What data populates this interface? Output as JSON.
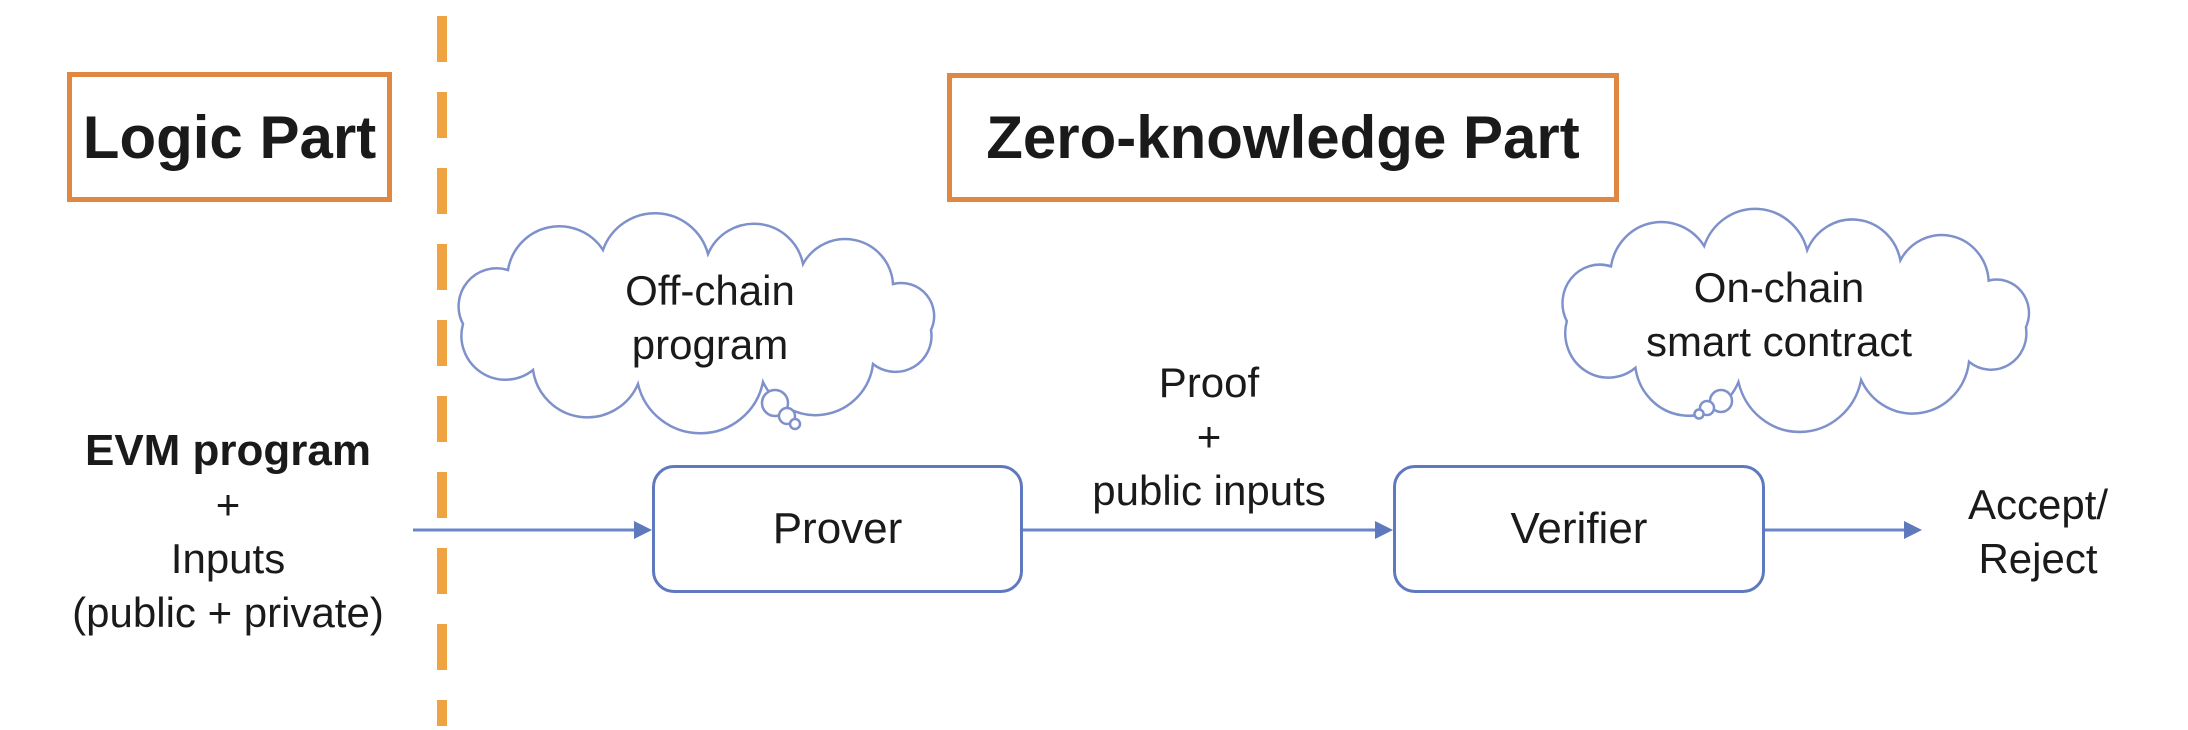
{
  "colors": {
    "orange_border": "#E08742",
    "orange_dash": "#F0A341",
    "blue_box_border": "#5E79BE",
    "blue_arrow": "#6A86C8",
    "blue_cloud": "#7F91CB",
    "text": "#1A1A1A"
  },
  "sections": {
    "logic": {
      "title": "Logic Part"
    },
    "zero_knowledge": {
      "title": "Zero-knowledge Part"
    }
  },
  "evm_input": {
    "lines": [
      "EVM program",
      "+",
      "Inputs",
      "(public + private)"
    ]
  },
  "offchain_cloud": {
    "lines": [
      "Off-chain",
      "program"
    ]
  },
  "onchain_cloud": {
    "lines": [
      "On-chain",
      "smart contract"
    ]
  },
  "prover": {
    "label": "Prover"
  },
  "verifier": {
    "label": "Verifier"
  },
  "proof_label": {
    "lines": [
      "Proof",
      "+",
      "public inputs"
    ]
  },
  "output_label": {
    "lines": [
      "Accept/",
      "Reject"
    ]
  }
}
